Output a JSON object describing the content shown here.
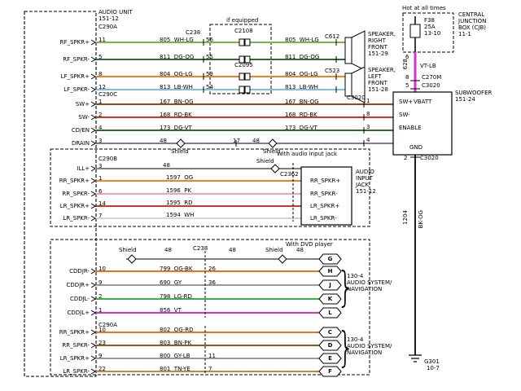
{
  "audio_unit": {
    "title": "AUDIO UNIT",
    "ref": "151-12"
  },
  "connectors": {
    "c290a_top": "C290A",
    "c290c": "C290C",
    "c290b": "C290B",
    "c290a_bottom": "C290A",
    "c238_top": "C238",
    "c2108": "C2108",
    "c2095": "C2095",
    "c612": "C612",
    "c523": "C523",
    "c3020_sub": "C3020",
    "c270m": "C270M",
    "c3020_top": "C3020",
    "c3020_bottom": "C3020",
    "c2362": "C2362"
  },
  "pins_left": [
    {
      "num": "11",
      "name": "RF_SPKR+"
    },
    {
      "num": "5",
      "name": "RF_SPKR-"
    },
    {
      "num": "8",
      "name": "LF_SPKR+"
    },
    {
      "num": "12",
      "name": "LF_SPKR-"
    },
    {
      "num": "1",
      "name": "SW+"
    },
    {
      "num": "2",
      "name": "SW-"
    },
    {
      "num": "4",
      "name": "CD/EN"
    },
    {
      "num": "3",
      "name": "DRAIN"
    },
    {
      "num": "3",
      "name": "ILL+"
    },
    {
      "num": "1",
      "name": "RR_SPKR+"
    },
    {
      "num": "6",
      "name": "RR_SPKR-"
    },
    {
      "num": "14",
      "name": "LR_SPKR+"
    },
    {
      "num": "7",
      "name": "LR_SPKR-"
    },
    {
      "num": "10",
      "name": "CDDJR-"
    },
    {
      "num": "9",
      "name": "CDDJR+"
    },
    {
      "num": "2",
      "name": "CDDJL-"
    },
    {
      "num": "1",
      "name": "CDDJL+"
    },
    {
      "num": "10",
      "name": "RR_SPKR+"
    },
    {
      "num": "23",
      "name": "RR_SPKR-"
    },
    {
      "num": "9",
      "name": "LR_SPKR+"
    },
    {
      "num": "22",
      "name": "LR_SPKR-"
    }
  ],
  "top": {
    "if_equipped": "if equipped",
    "rows": [
      {
        "w": "805  WH-LG",
        "jpin": "56"
      },
      {
        "w": "811  DG-OG",
        "jpin": "55"
      },
      {
        "w": "804  OG-LG",
        "jpin": "53"
      },
      {
        "w": "813  LB-WH",
        "jpin": "54"
      }
    ],
    "speaker_right": "SPEAKER,\nRIGHT\nFRONT\n151-29",
    "speaker_left": "SPEAKER,\nLEFT\nFRONT\n151-28"
  },
  "sw": {
    "shield": "Shield",
    "rows": [
      {
        "w": "167  BN-OG",
        "rpin": "1"
      },
      {
        "w": "168  RD-BK",
        "rpin": "8"
      },
      {
        "w": "173  DG-VT",
        "rpin": "3"
      },
      {
        "w": "48",
        "jpin": "17",
        "w2": "48",
        "rpin": "4"
      }
    ]
  },
  "subwoofer": {
    "sw_plus": "SW+",
    "sw_minus": "SW-",
    "enable": "ENABLE",
    "gnd": "GND",
    "vbatt": "VBATT",
    "title": "SUBWOOFER\n151-24"
  },
  "cjb": {
    "hot": "Hot at all times",
    "fuse": "F38\n25A\n13-10",
    "title": "CENTRAL\nJUNCTION\nBOX (CJB)\n11-1"
  },
  "vbatt_path": {
    "pin_top": "6",
    "circuit": "628",
    "wire": "VT-LB",
    "pin_c270m": "8",
    "pin_c3020": "5"
  },
  "gnd_path": {
    "pin": "2",
    "circuit": "1204",
    "wire": "BK-OG",
    "gnd": "G301",
    "gnd_ref": "10-7"
  },
  "jack": {
    "caption": "With audio input jack",
    "shield": "Shield",
    "rows": [
      {
        "w": "48"
      },
      {
        "w": "1597  OG"
      },
      {
        "w": "1596  PK"
      },
      {
        "w": "1595  RD"
      },
      {
        "w": "1594  WH"
      }
    ],
    "pins": [
      "RR_SPKR+",
      "RR_SPKR-",
      "LR_SPKR+",
      "LR_SPKR-"
    ],
    "title": "AUDIO\nINPUT\nJACK\n151-12"
  },
  "dvd": {
    "caption": "With DVD player",
    "hdr": {
      "shield1": "Shield",
      "n1": "48",
      "c238": "C238",
      "n2": "48",
      "shield2": "Shield",
      "n3": "48"
    },
    "rows": [
      {
        "w": "799  OG-BK",
        "jpin": "26"
      },
      {
        "w": "690  GY",
        "jpin": "36"
      },
      {
        "w": "798  LG-RD"
      },
      {
        "w": "856  VT"
      }
    ],
    "tags": [
      "G",
      "H",
      "J",
      "K",
      "L"
    ],
    "brace": "}",
    "dest": "130-4\nAUDIO SYSTEM/\nNAVIGATION"
  },
  "bottom": {
    "rows": [
      {
        "w": "802  OG-RD"
      },
      {
        "w": "803  BN-PK"
      },
      {
        "w": "800  GY-LB",
        "jpin": "11"
      },
      {
        "w": "801  TN-YE",
        "jpin": "7"
      }
    ],
    "tags": [
      "C",
      "D",
      "E",
      "F"
    ],
    "brace": "}",
    "dest": "130-4\nAUDIO SYSTEM/\nNAVIGATION"
  },
  "wire_colors": {
    "WH-LG": "#79b64a",
    "DG-OG": "#2d6b2f",
    "OG-LG": "#ef8322",
    "LB-WH": "#85b9e6",
    "BN-OG": "#8f4a2a",
    "RD-BK": "#cf3527",
    "DG-VT": "#2d6b2f",
    "BK": "#000000",
    "OG": "#ef8322",
    "PK": "#f0a0bc",
    "RD": "#cf3527",
    "WH": "#d5d5d5",
    "OG-BK": "#e2761b",
    "GY": "#9a9a9a",
    "LG-RD": "#3fae49",
    "VT": "#d633c9",
    "OG-RD": "#e8731f",
    "BN-PK": "#8f5a2a",
    "GY-LB": "#9a9a9a",
    "TN-YE": "#b98a3e",
    "VT-LB": "#d633c9",
    "BK-OG": "#1c1c1c"
  }
}
